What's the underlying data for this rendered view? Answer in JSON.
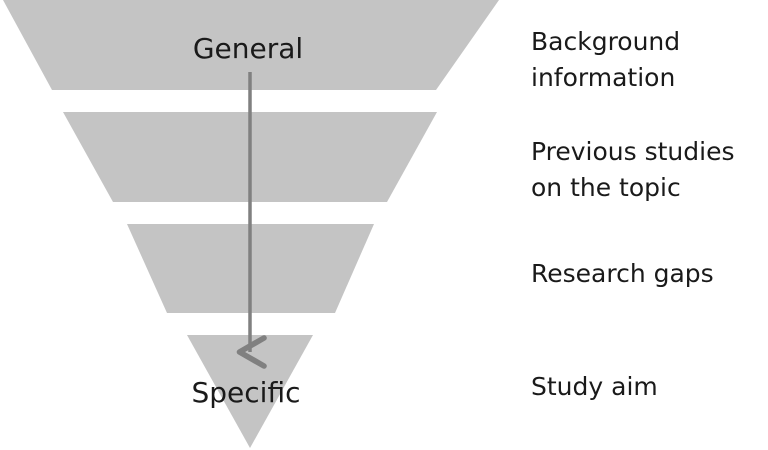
{
  "diagram": {
    "top_label": "General",
    "bottom_label": "Specific",
    "levels": [
      {
        "lines": [
          "Background",
          "information"
        ]
      },
      {
        "lines": [
          "Previous studies",
          "on the topic"
        ]
      },
      {
        "lines": [
          "Research gaps"
        ]
      },
      {
        "lines": [
          "Study aim"
        ]
      }
    ]
  },
  "colors": {
    "funnel_fill": "#c4c4c4",
    "arrow": "#808080",
    "text": "#1a1a1a"
  }
}
